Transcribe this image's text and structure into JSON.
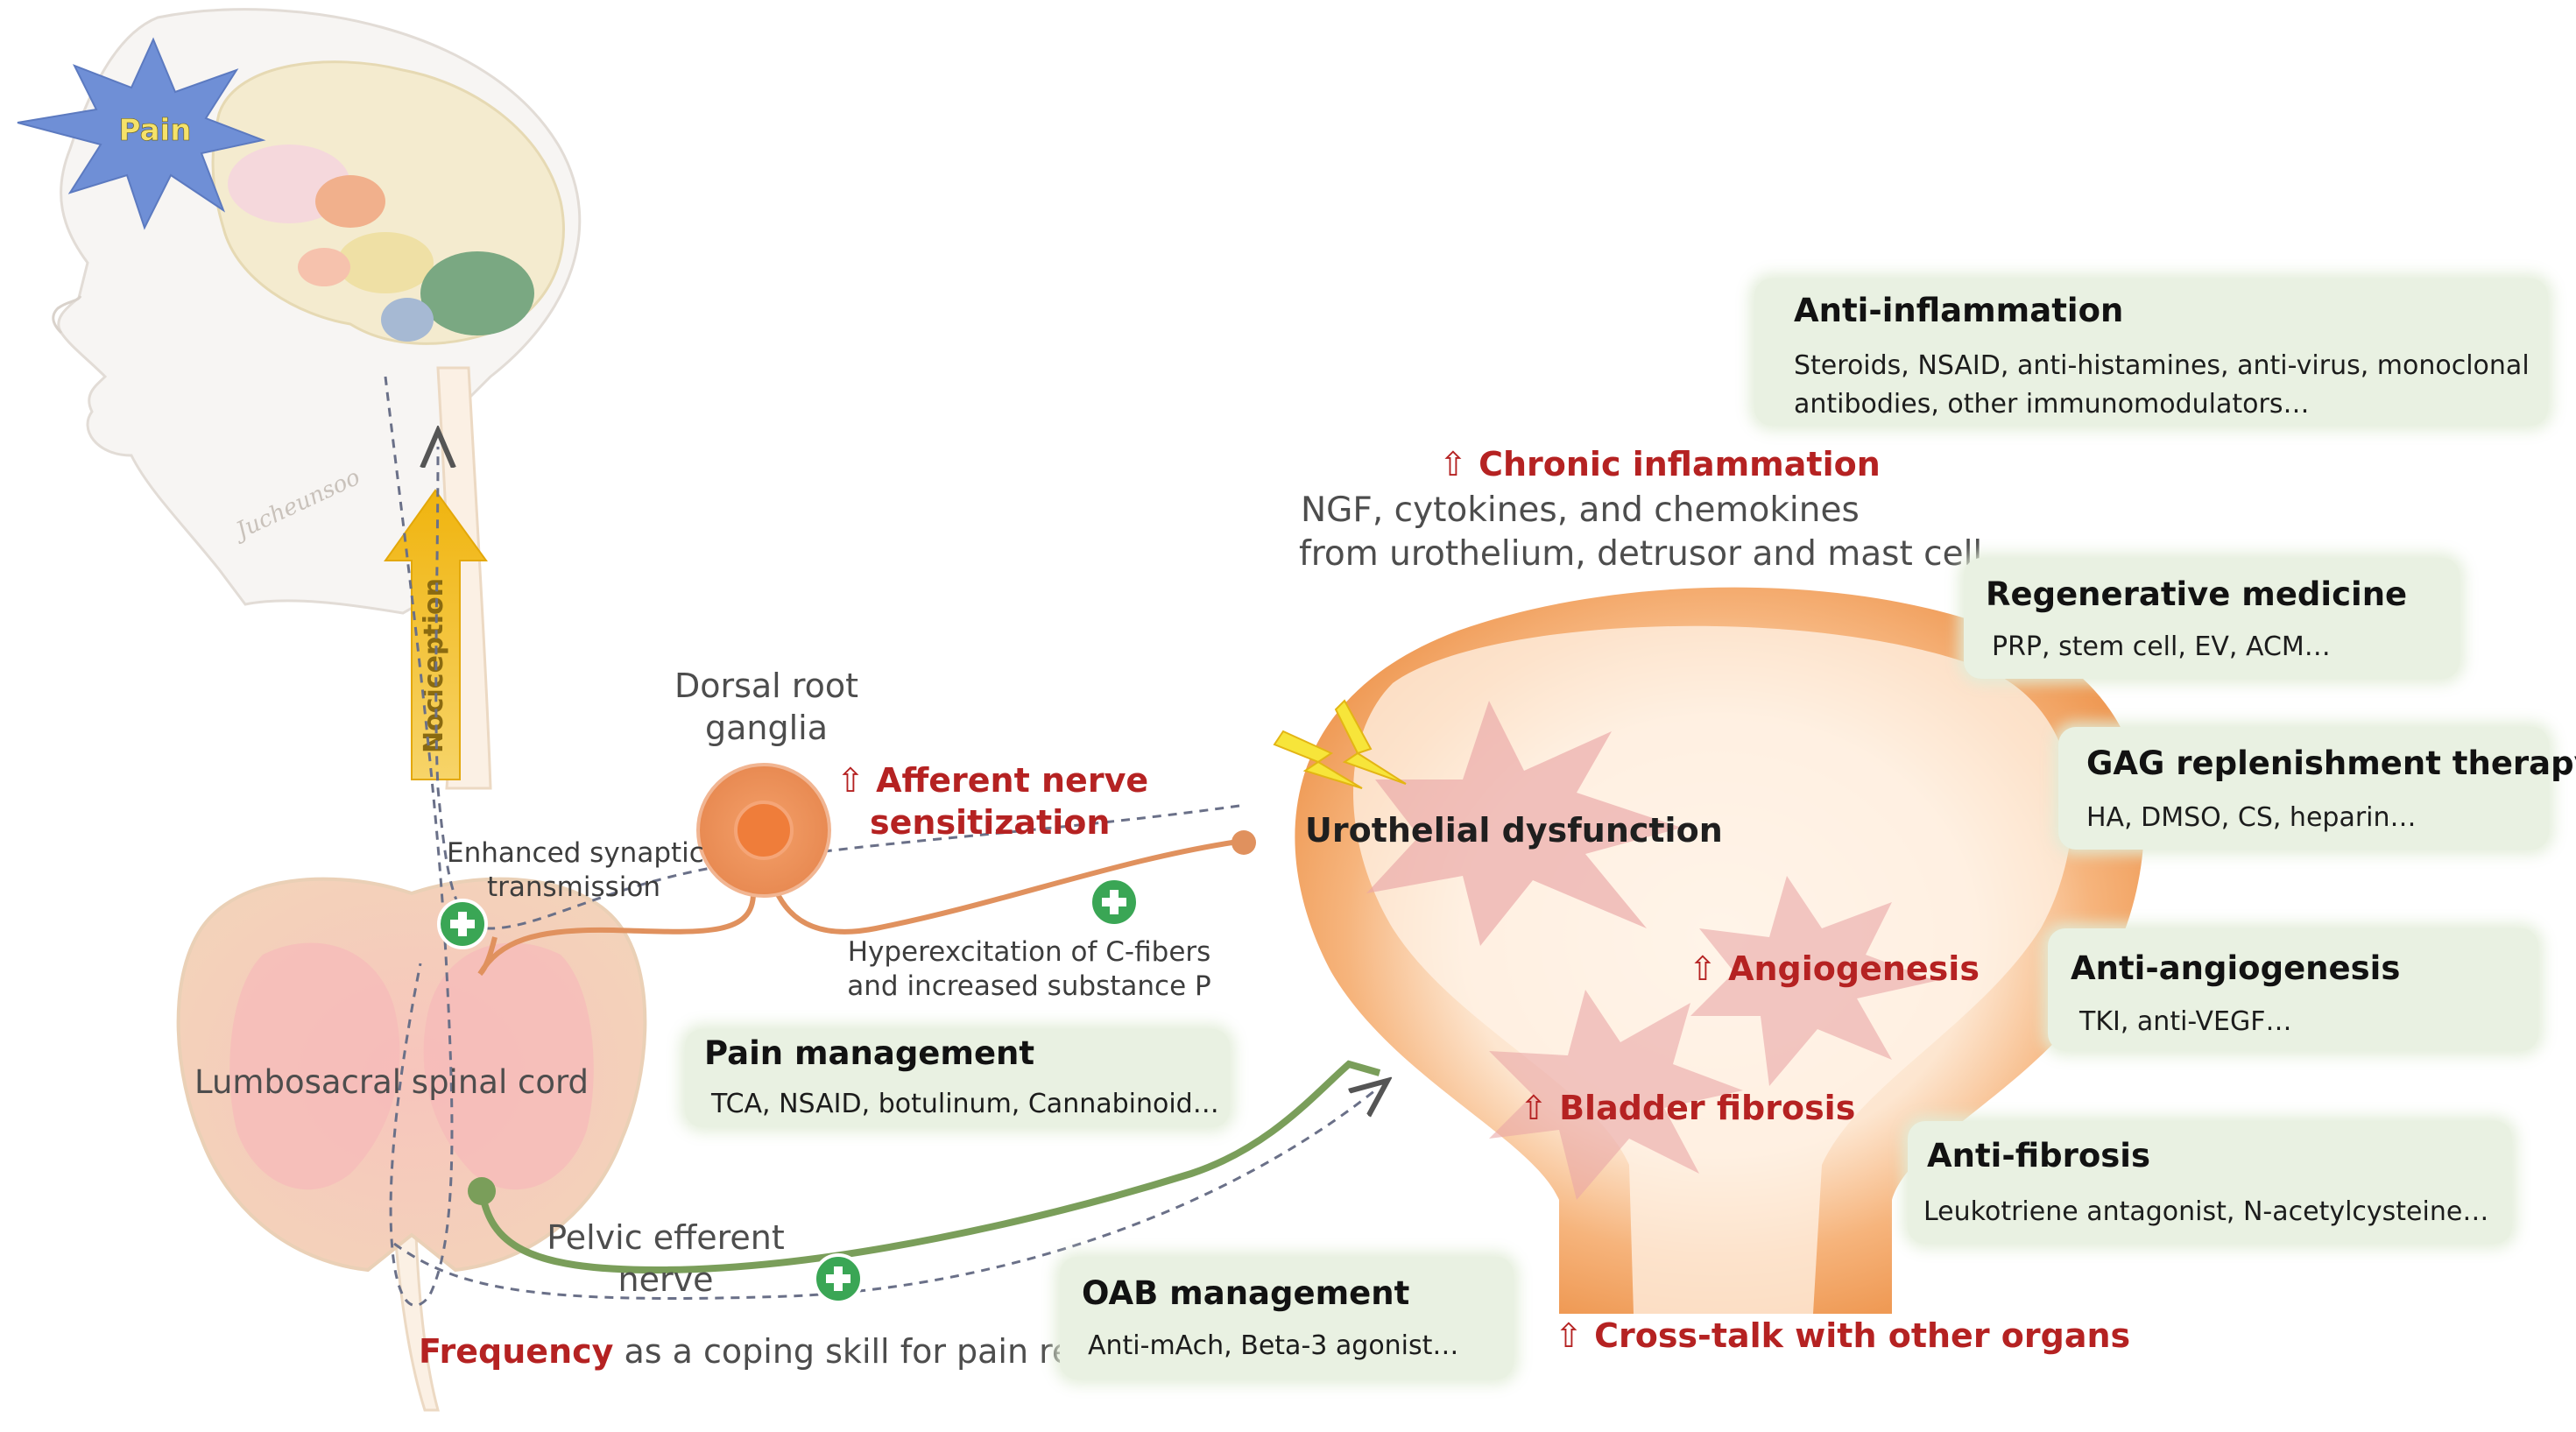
{
  "labels": {
    "pain": "Pain",
    "nociception": "Nociception",
    "signature": "Jucheunsoo",
    "drg": [
      "Dorsal root",
      "ganglia"
    ],
    "afferent": [
      "Afferent nerve",
      "sensitization"
    ],
    "enhanced": [
      "Enhanced synaptic",
      "transmission"
    ],
    "hyperexcitation": [
      "Hyperexcitation of C-fibers",
      "and increased substance P"
    ],
    "spinal_cord": "Lumbosacral spinal cord",
    "pelvic": [
      "Pelvic efferent",
      "nerve"
    ],
    "frequency_bold": "Frequency",
    "frequency_rest": " as a coping skill for pain relief",
    "chronic_inflammation": "Chronic inflammation",
    "ngf": [
      "NGF, cytokines, and chemokines",
      "from urothelium, detrusor and mast cell"
    ],
    "urothelial": "Urothelial dysfunction",
    "angiogenesis": "Angiogenesis",
    "fibrosis": "Bladder fibrosis",
    "crosstalk": "Cross-talk with other organs",
    "up_arrow": "⇧"
  },
  "boxes": {
    "anti_inflammation": {
      "title": "Anti-inflammation",
      "lines": [
        "Steroids, NSAID, anti-histamines, anti-virus, monoclonal",
        "antibodies, other immunomodulators…"
      ]
    },
    "regenerative": {
      "title": "Regenerative medicine",
      "lines": [
        "PRP, stem cell, EV, ACM…"
      ]
    },
    "gag": {
      "title": "GAG replenishment therapy",
      "lines": [
        "HA, DMSO, CS, heparin…"
      ]
    },
    "anti_angiogenesis": {
      "title": "Anti-angiogenesis",
      "lines": [
        "TKI, anti-VEGF…"
      ]
    },
    "anti_fibrosis": {
      "title": "Anti-fibrosis",
      "lines": [
        "Leukotriene antagonist, N-acetylcysteine…"
      ]
    },
    "pain_mgmt": {
      "title": "Pain management",
      "lines": [
        "TCA, NSAID, botulinum, Cannabinoid…"
      ]
    },
    "oab": {
      "title": "OAB management",
      "lines": [
        "Anti-mAch, Beta-3 agonist…"
      ]
    }
  },
  "colors": {
    "red_text": "#b52222",
    "box_fill": "#e9f1e2",
    "bladder_orange": "#f0a262",
    "afferent_nerve": "#e0915e",
    "efferent_nerve": "#7a9e5a",
    "plus_green": "#3aa655",
    "nociception_arrow": "#f3c21a",
    "pain_star": "#6f8fd6"
  }
}
